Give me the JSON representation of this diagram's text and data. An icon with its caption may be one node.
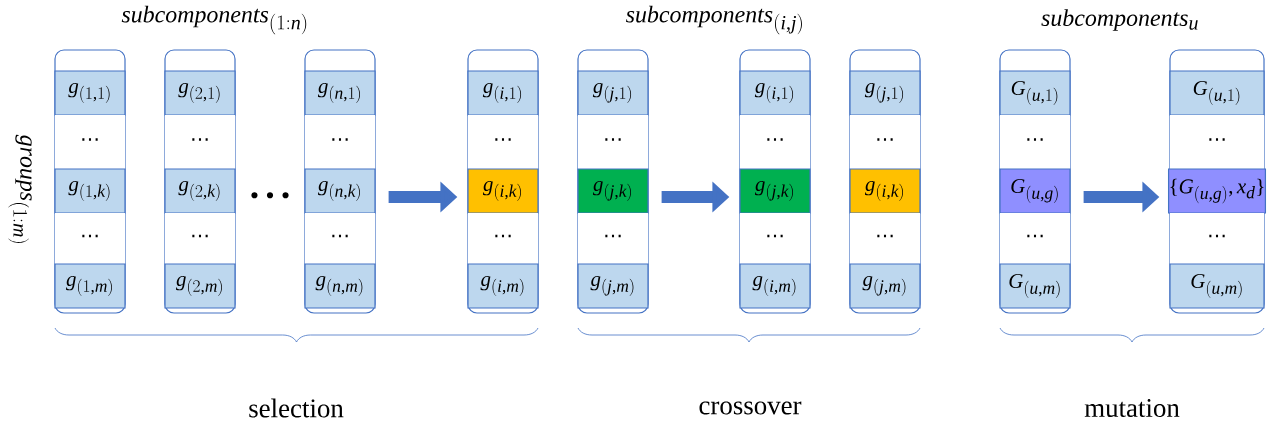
{
  "diagram": {
    "nodes": [
      {
        "text": [],
        "shape": "box"
      },
      {
        "text": [
          "g_{(1,1)}"
        ],
        "in": 0
      },
      {
        "text": [
          "⋯"
        ],
        "in": 0
      },
      {
        "text": [
          "g_{(1,k)}"
        ],
        "in": 0
      },
      {
        "text": [
          "⋯"
        ],
        "in": 0
      },
      {
        "text": [
          "g_{(1,m)}"
        ],
        "in": 0
      },
      {
        "text": [],
        "shape": "box"
      },
      {
        "text": [
          "g_{(2,1)}"
        ],
        "in": 6
      },
      {
        "text": [
          "⋯"
        ],
        "in": 6
      },
      {
        "text": [
          "g_{(2,k)}"
        ],
        "in": 6
      },
      {
        "text": [
          "⋯"
        ],
        "in": 6
      },
      {
        "text": [
          "g_{(2,m)}"
        ],
        "in": 6
      },
      {
        "text": [],
        "shape": "box"
      },
      {
        "text": [
          "g_{(n,1)}"
        ],
        "in": 12
      },
      {
        "text": [
          "⋯"
        ],
        "in": 12
      },
      {
        "text": [
          "g_{(n,k)}"
        ],
        "in": 12
      },
      {
        "text": [
          "⋯"
        ],
        "in": 12
      },
      {
        "text": [
          "g_{(n,m)}"
        ],
        "in": 12
      },
      {
        "text": [],
        "shape": "box"
      },
      {
        "text": [
          "g_{(i,1)}"
        ],
        "in": 18
      },
      {
        "text": [
          "⋯"
        ],
        "in": 18
      },
      {
        "text": [
          "g_{(i,k)}"
        ],
        "in": 18
      },
      {
        "text": [
          "⋯"
        ],
        "in": 18
      },
      {
        "text": [
          "g_{(i,m)}"
        ],
        "in": 18
      },
      {
        "text": [],
        "shape": "box"
      },
      {
        "text": [
          "g_{(j,1)}"
        ],
        "in": 24
      },
      {
        "text": [
          "⋯"
        ],
        "in": 24
      },
      {
        "text": [
          "g_{(j,k)}"
        ],
        "in": 24
      },
      {
        "text": [
          "⋯"
        ],
        "in": 24
      },
      {
        "text": [
          "g_{(j,m)}"
        ],
        "in": 24
      },
      {
        "text": [],
        "shape": "box"
      },
      {
        "text": [
          "g_{(i,1)}"
        ],
        "in": 30
      },
      {
        "text": [
          "⋯"
        ],
        "in": 30
      },
      {
        "text": [
          "g_{(j,k)}"
        ],
        "in": 30
      },
      {
        "text": [
          "⋯"
        ],
        "in": 30
      },
      {
        "text": [
          "g_{(i,m)}"
        ],
        "in": 30
      },
      {
        "text": [],
        "shape": "box"
      },
      {
        "text": [
          "g_{(j,1)}"
        ],
        "in": 36
      },
      {
        "text": [
          "⋯"
        ],
        "in": 36
      },
      {
        "text": [
          "g_{(i,k)}"
        ],
        "in": 36
      },
      {
        "text": [
          "⋯"
        ],
        "in": 36
      },
      {
        "text": [
          "g_{(j,m)}"
        ],
        "in": 36
      },
      {
        "text": [],
        "shape": "box"
      },
      {
        "text": [
          "G_{(u,1)}"
        ],
        "in": 42
      },
      {
        "text": [
          "⋯"
        ],
        "in": 42
      },
      {
        "text": [
          "G_{(u,g)}"
        ],
        "in": 42
      },
      {
        "text": [
          "⋯"
        ],
        "in": 42
      },
      {
        "text": [
          "G_{(u,m)}"
        ],
        "in": 42
      },
      {
        "text": [],
        "shape": "box"
      },
      {
        "text": [
          "G_{(u,1)}"
        ],
        "in": 48
      },
      {
        "text": [
          "⋯"
        ],
        "in": 48
      },
      {
        "text": [
          "\\{G_{(u,g)},x_d\\}"
        ],
        "in": 48
      },
      {
        "text": [
          "⋯"
        ],
        "in": 48
      },
      {
        "text": [
          "G_{(u,m)}"
        ],
        "in": 48
      }
    ],
    "edges": [
      {
        "from": 12,
        "to": 18,
        "arrow": "to"
      },
      {
        "from": 24,
        "to": 30,
        "arrow": "to"
      },
      {
        "from": 42,
        "to": 48,
        "arrow": "to"
      }
    ],
    "labels": [
      "subcomponents_{(1:n)}",
      "subcomponents_{(i,j)}",
      "subcomponents_u",
      "groups_{(1:m)}",
      "• • •",
      "selection",
      "crossover",
      "mutation"
    ]
  }
}
